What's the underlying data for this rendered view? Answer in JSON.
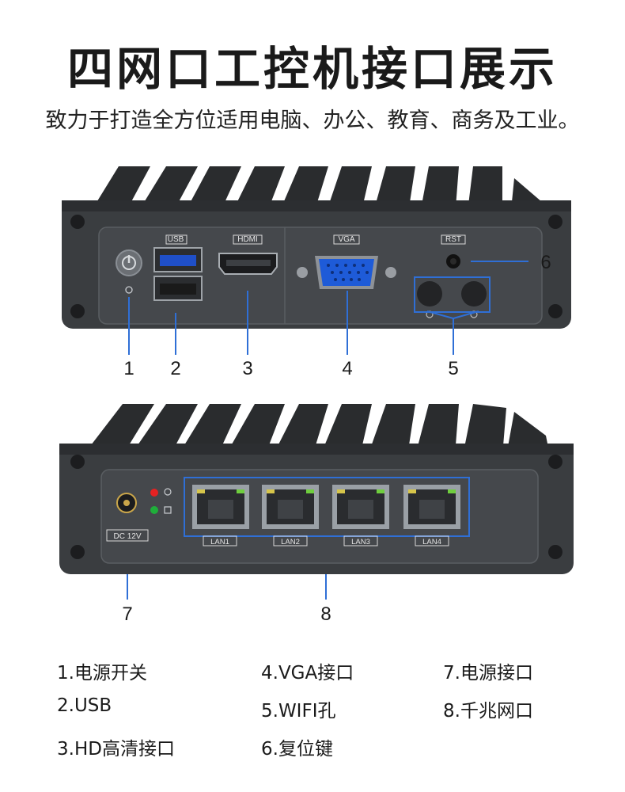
{
  "header": {
    "title": "四网口工控机接口展示",
    "subtitle": "致力于打造全方位适用电脑、办公、教育、商务及工业。"
  },
  "front_panel": {
    "labels": {
      "usb": "USB",
      "hdmi": "HDMI",
      "vga": "VGA",
      "rst": "RST"
    },
    "callouts": [
      "1",
      "2",
      "3",
      "4",
      "5",
      "6"
    ]
  },
  "back_panel": {
    "labels": {
      "dc": "DC 12V",
      "lan1": "LAN1",
      "lan2": "LAN2",
      "lan3": "LAN3",
      "lan4": "LAN4"
    },
    "callouts": [
      "7",
      "8"
    ]
  },
  "legend": {
    "items": [
      "1.电源开关",
      "2.USB",
      "3.HD高清接口",
      "4.VGA接口",
      "5.WIFI孔",
      "6.复位键",
      "7.电源接口",
      "8.千兆网口"
    ]
  },
  "colors": {
    "callout_line": "#2f6fd6",
    "chassis": "#3a3d40",
    "panel": "#45484c",
    "vga_blue": "#1e5bd8",
    "usb3_blue": "#1f4fc8",
    "led_red": "#e52222",
    "led_green": "#1fae3a"
  }
}
